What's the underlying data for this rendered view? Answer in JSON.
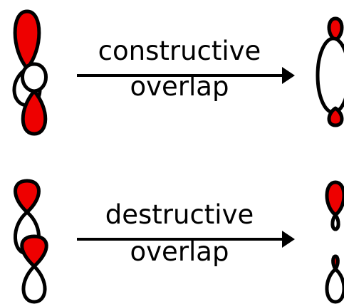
{
  "colors": {
    "lobe_fill": "#ee0000",
    "outline": "#000000",
    "background": "#ffffff"
  },
  "rows": [
    {
      "label_line1": "constructive",
      "label_line2": "overlap"
    },
    {
      "label_line1": "destructive",
      "label_line2": "overlap"
    }
  ]
}
